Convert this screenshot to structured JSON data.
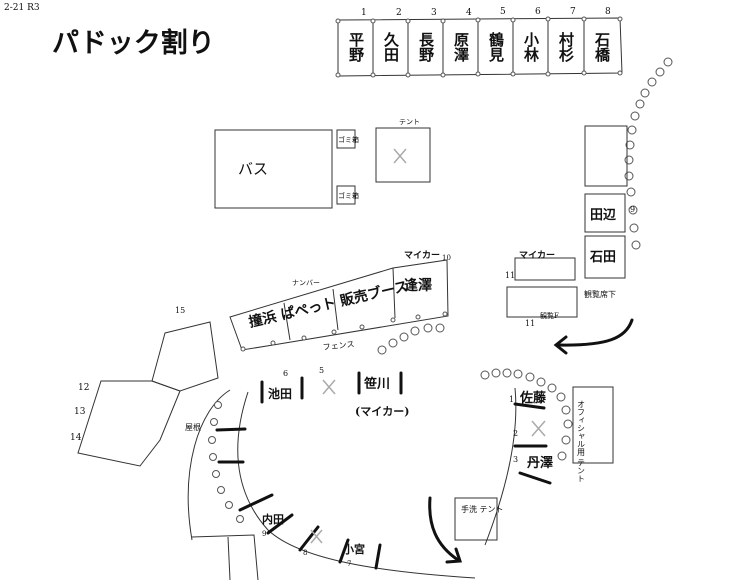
{
  "header": {
    "corner_note": "2-21 R3",
    "title": "パドック割り"
  },
  "top_row": {
    "numbers": [
      "1",
      "2",
      "3",
      "4",
      "5",
      "6",
      "7",
      "8"
    ],
    "names": [
      "平野",
      "久田",
      "長野",
      "原澤",
      "鶴見",
      "小林",
      "村杉",
      "石橋"
    ]
  },
  "labels": {
    "bus": "バス",
    "trash_1": "ゴミ箱",
    "trash_2": "ゴミ箱",
    "tent_top": "テント",
    "tanabe": "田辺",
    "ishida": "石田",
    "num_9": "9",
    "mycar_right": "マイカー",
    "num_11a": "11",
    "num_11b": "11",
    "dome_caption": "観覧席下",
    "dome_caption_2": "観覧F",
    "mycar_10": "マイカー",
    "num_10": "10",
    "sakazawa": "逢澤",
    "number_tag": "ナンバー",
    "row_text": "撞浜 ぱぺっト 販売ブース",
    "fence": "フェンス",
    "num_15": "15",
    "num_12": "12",
    "num_13": "13",
    "num_14": "14",
    "yane_label": "屋根",
    "num_6": "6",
    "num_5": "5",
    "ikeda": "池田",
    "sasagawa": "笹川",
    "sasagawa_note": "(マイカー)",
    "sato": "佐藤",
    "num_1": "1",
    "num_2": "2",
    "num_3": "3",
    "tanzawa": "丹澤",
    "official_tent": "オフィシャル用 テント",
    "uchida": "内田",
    "num_9b": "9",
    "num_8b": "8",
    "komiya": "小宮",
    "num_7": "7",
    "tesuki_tent": "手洗 テント"
  }
}
